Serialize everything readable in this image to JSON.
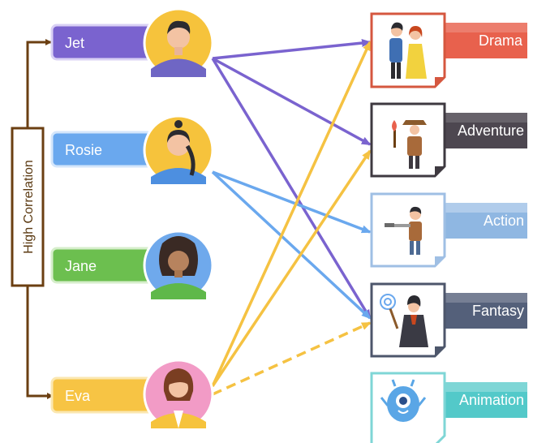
{
  "correlation_label": "High Correlation",
  "users": [
    {
      "name": "Jet",
      "color": "#7a63cf",
      "avatar": "man-short-hair"
    },
    {
      "name": "Rosie",
      "color": "#6aa8ee",
      "avatar": "woman-ponytail"
    },
    {
      "name": "Jane",
      "color": "#6cbf4f",
      "avatar": "woman-curly-hair"
    },
    {
      "name": "Eva",
      "color": "#f7c444",
      "avatar": "woman-bob-hair"
    }
  ],
  "genres": [
    {
      "name": "Drama",
      "color": "#e8614d",
      "icon": "couple-icon"
    },
    {
      "name": "Adventure",
      "color": "#4d4750",
      "icon": "explorer-torch-icon"
    },
    {
      "name": "Action",
      "color": "#8fb7e2",
      "icon": "gunman-icon"
    },
    {
      "name": "Fantasy",
      "color": "#54607a",
      "icon": "wizard-icon"
    },
    {
      "name": "Animation",
      "color": "#53c9c9",
      "icon": "one-eyed-monster-icon"
    }
  ],
  "links": [
    {
      "from": "Jet",
      "to": "Drama",
      "color": "#7a63cf",
      "dashed": false
    },
    {
      "from": "Jet",
      "to": "Adventure",
      "color": "#7a63cf",
      "dashed": false
    },
    {
      "from": "Jet",
      "to": "Fantasy",
      "color": "#7a63cf",
      "dashed": false
    },
    {
      "from": "Rosie",
      "to": "Action",
      "color": "#6aa8ee",
      "dashed": false
    },
    {
      "from": "Rosie",
      "to": "Fantasy",
      "color": "#6aa8ee",
      "dashed": false
    },
    {
      "from": "Eva",
      "to": "Drama",
      "color": "#f5c242",
      "dashed": false
    },
    {
      "from": "Eva",
      "to": "Adventure",
      "color": "#f5c242",
      "dashed": false
    },
    {
      "from": "Eva",
      "to": "Fantasy",
      "color": "#f5c242",
      "dashed": true
    }
  ],
  "bracket_color": "#6b3f12"
}
